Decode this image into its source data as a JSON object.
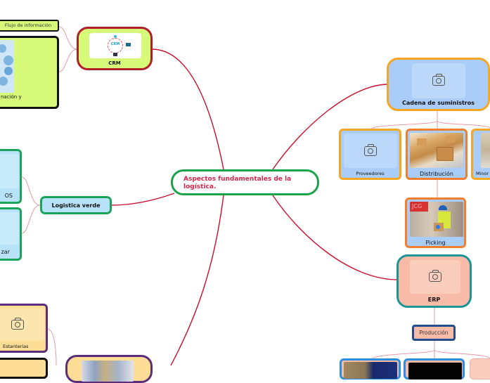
{
  "central": {
    "title": "Aspectos fundamentales de la logística."
  },
  "crm": {
    "label": "CRM",
    "image_text": "CRM",
    "children": [
      {
        "label": "Flujo de información"
      },
      {
        "label": "nación y"
      }
    ]
  },
  "logistica_verde": {
    "label": "Logistica verde",
    "children": [
      {
        "label": "OS"
      },
      {
        "label": "zar"
      }
    ]
  },
  "almacen": {
    "children": [
      {
        "label": "Estanterias"
      }
    ]
  },
  "cadena": {
    "label": "Cadena de suministros",
    "children": [
      {
        "label": "Proveedores"
      },
      {
        "label": "Distribución"
      },
      {
        "label": "Minor"
      }
    ],
    "sub": {
      "label": "Picking",
      "photo_text": "JCG"
    }
  },
  "erp": {
    "label": "ERP",
    "sub": {
      "label": "Producción"
    }
  },
  "colors": {
    "link": "#c8102e",
    "link_light": "#e79aa5",
    "central_border": "#1aa34a",
    "central_text": "#d6264e",
    "crm_border": "#b01e2a",
    "crm_fill": "#d6f97a",
    "green_border": "#1aa35a",
    "blue_fill": "#b8e2f8",
    "orange_border": "#f5a623",
    "sky_fill": "#a9cdf8",
    "teal_border": "#1b9596",
    "salmon_fill": "#f8bba8",
    "purple_border": "#5b2d7b",
    "sand_fill": "#fbdd95",
    "navy_border": "#234d8d"
  }
}
